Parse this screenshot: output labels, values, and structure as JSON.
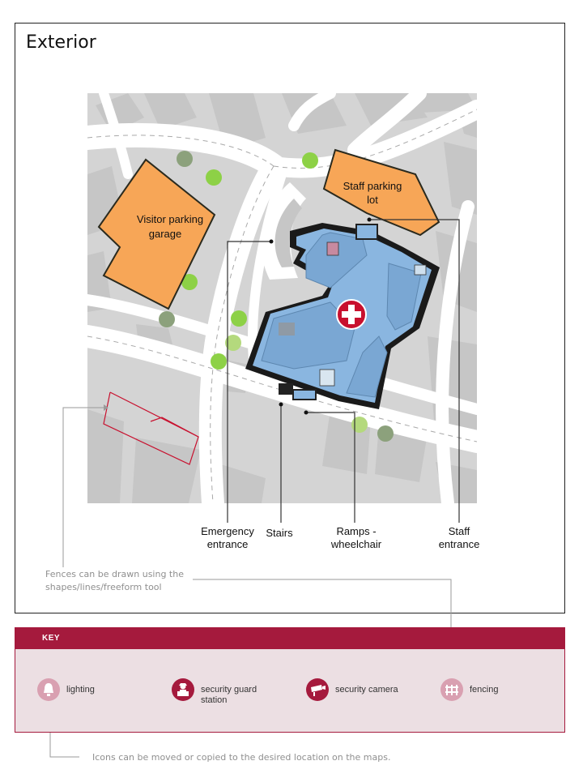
{
  "page": {
    "title": "Exterior"
  },
  "map": {
    "areas": {
      "visitor_parking": {
        "line1": "Visitor parking",
        "line2": "garage"
      },
      "staff_parking": {
        "line1": "Staff parking",
        "line2": "lot"
      }
    },
    "callouts": {
      "emergency": {
        "line1": "Emergency",
        "line2": "entrance"
      },
      "stairs": {
        "line1": "Stairs"
      },
      "ramps": {
        "line1": "Ramps -",
        "line2": "wheelchair"
      },
      "staff": {
        "line1": "Staff",
        "line2": "entrance"
      }
    }
  },
  "notes": {
    "fences_line1": "Fences can be drawn using the",
    "fences_line2": "shapes/lines/freeform tool",
    "icons": "Icons can be moved or copied to the desired location on the maps."
  },
  "key": {
    "title": "KEY",
    "items": [
      {
        "icon": "lighting-icon",
        "line1": "lighting",
        "line2": "",
        "color": "#d9a0b1"
      },
      {
        "icon": "security-guard-station-icon",
        "line1": "security guard",
        "line2": "station",
        "color": "#a51a3d"
      },
      {
        "icon": "security-camera-icon",
        "line1": "security camera",
        "line2": "",
        "color": "#a51a3d"
      },
      {
        "icon": "fencing-icon",
        "line1": "fencing",
        "line2": "",
        "color": "#d9a0b1"
      }
    ]
  },
  "colors": {
    "accent": "#a51a3d",
    "building": "#8ab6e0",
    "parking": "#f7a657",
    "map_base": "#d3d3d3",
    "road": "#ffffff"
  }
}
